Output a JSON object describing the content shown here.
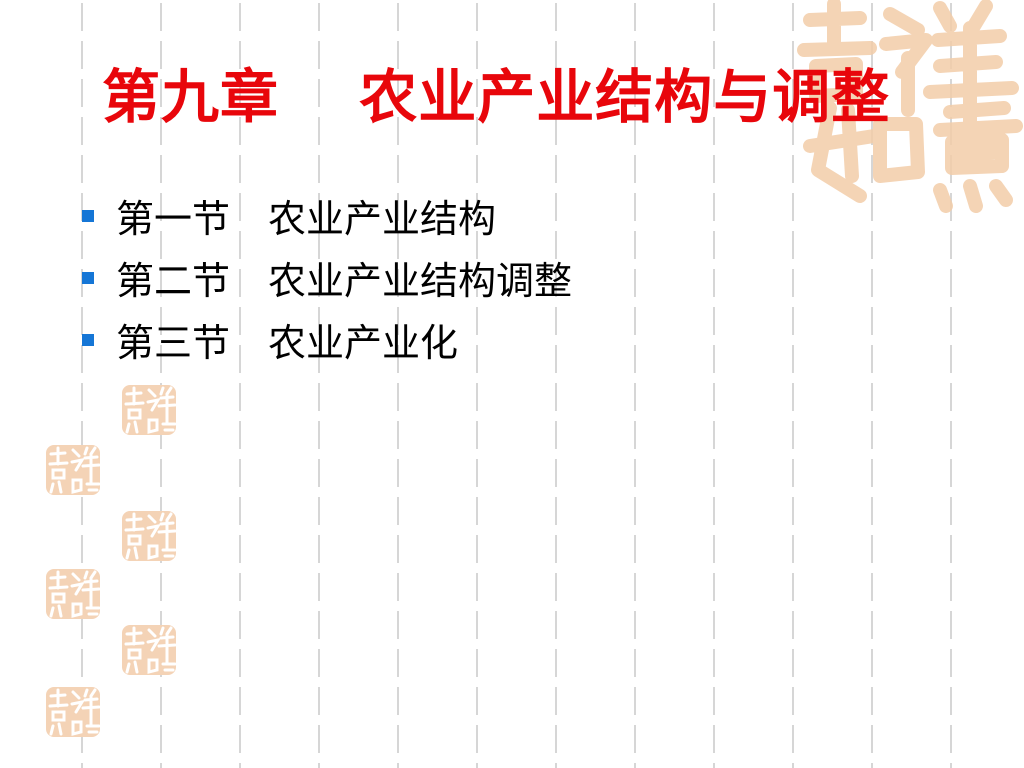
{
  "slide": {
    "title": "第九章　 农业产业结构与调整",
    "items": [
      {
        "label": "第一节　农业产业结构"
      },
      {
        "label": "第二节　农业产业结构调整"
      },
      {
        "label": "第三节　农业产业化"
      }
    ],
    "seal_text": "吉祥如意"
  },
  "colors": {
    "title": "#e8060b",
    "bullet_marker": "#1576d6",
    "seal": "#f2c9a4",
    "background_dash": "#cfcfcf"
  }
}
